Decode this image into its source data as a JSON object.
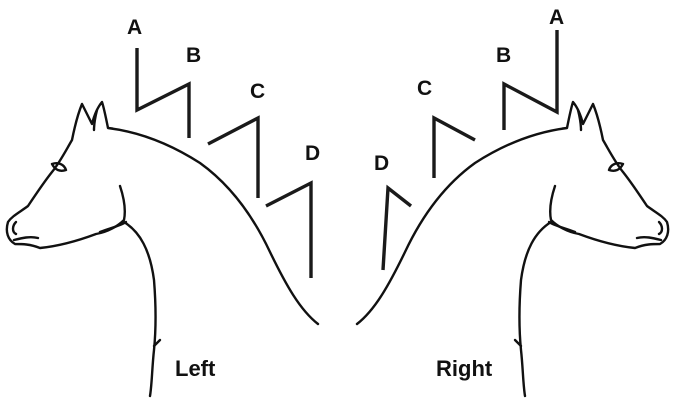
{
  "captions": {
    "left": "Left",
    "right": "Right"
  },
  "markers": {
    "left": {
      "a": "A",
      "b": "B",
      "c": "C",
      "d": "D"
    },
    "right": {
      "a": "A",
      "b": "B",
      "c": "C",
      "d": "D"
    }
  },
  "colors": {
    "line": "#111111",
    "background": "#ffffff"
  }
}
